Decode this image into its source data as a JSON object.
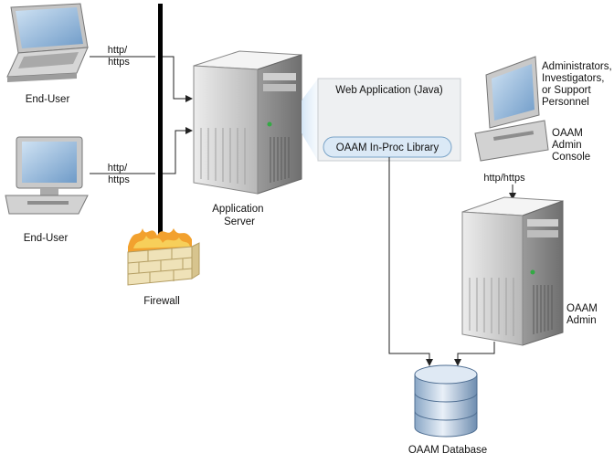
{
  "labels": {
    "end_user_1": "End-User",
    "end_user_2": "End-User",
    "protocol_1": [
      "http/",
      "https"
    ],
    "protocol_2": [
      "http/",
      "https"
    ],
    "firewall": "Firewall",
    "app_server": [
      "Application",
      "Server"
    ],
    "web_app": "Web Application (Java)",
    "library": "OAAM  In-Proc Library",
    "admins": [
      "Administrators,",
      "Investigators,",
      "or Support",
      "Personnel"
    ],
    "admin_console": [
      "OAAM",
      "Admin",
      "Console"
    ],
    "protocol_3": "http/https",
    "oaam_admin": [
      "OAAM",
      "Admin"
    ],
    "database": "OAAM Database"
  },
  "colors": {
    "screen": "#8fb4d8",
    "device": "#c9c9c9",
    "device_dark": "#7d7d7d",
    "firewall_brick": "#efe2b8",
    "flame": "#f2a12e",
    "web_panel": "#eef0f2",
    "library_fill": "#dbe9f6",
    "library_stroke": "#7aa4c8"
  },
  "icons": [
    "laptop-icon",
    "desktop-computer-icon",
    "firewall-icon",
    "server-tower-icon",
    "database-icon"
  ]
}
